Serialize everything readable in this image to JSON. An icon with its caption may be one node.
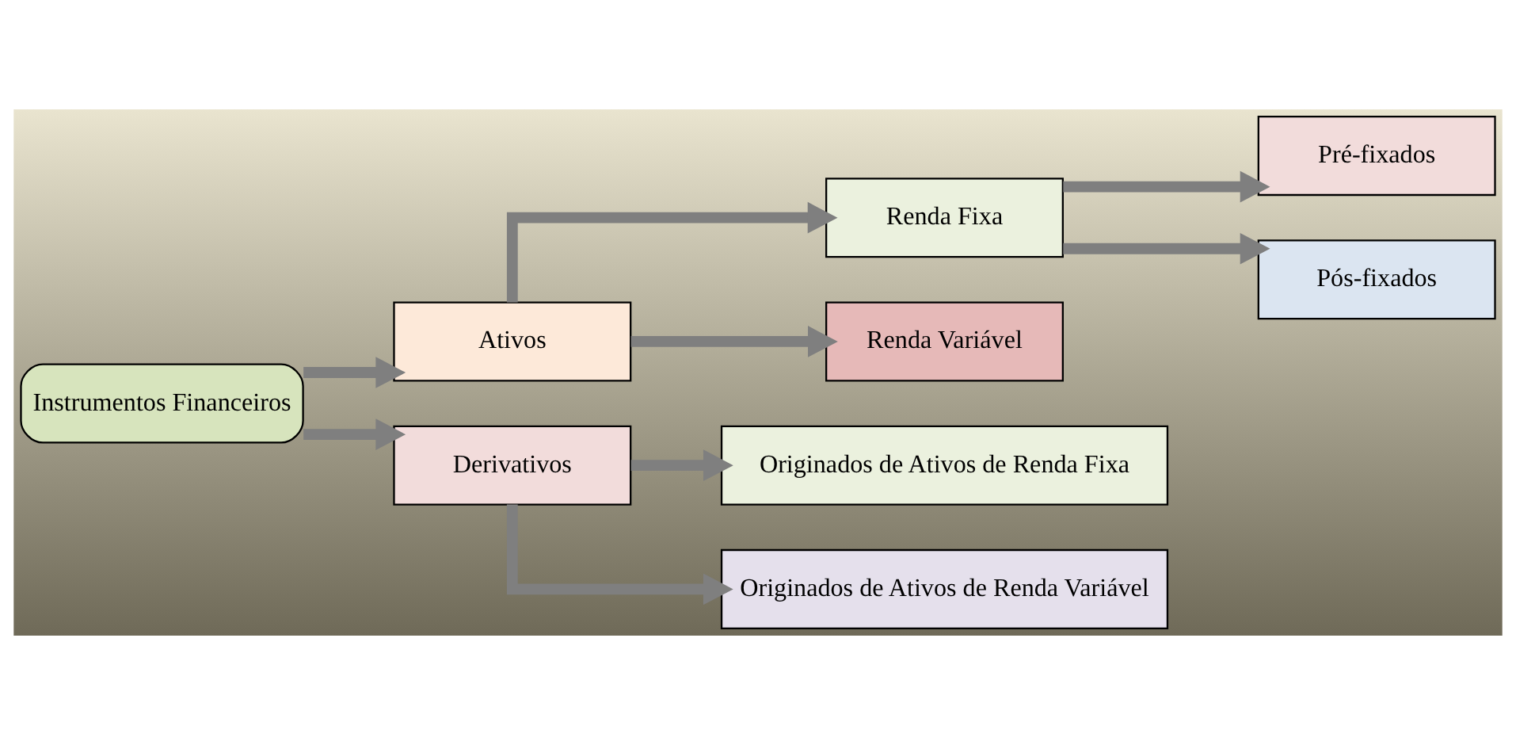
{
  "diagram": {
    "nodes": [
      {
        "text": [
          "Instrumentos Financeiros"
        ]
      },
      {
        "text": [
          "Ativos"
        ]
      },
      {
        "text": [
          "Derivativos"
        ]
      },
      {
        "text": [
          "Renda Fixa"
        ]
      },
      {
        "text": [
          "Renda Variável"
        ]
      },
      {
        "text": [
          "Pré-fixados"
        ]
      },
      {
        "text": [
          "Pós-fixados"
        ]
      },
      {
        "text": [
          "Originados de Ativos de Renda Fixa"
        ]
      },
      {
        "text": [
          "Originados de Ativos de Renda Variável"
        ]
      }
    ],
    "edges": [
      {
        "from": 0,
        "to": 1,
        "arrow": "to"
      },
      {
        "from": 0,
        "to": 2,
        "arrow": "to"
      },
      {
        "from": 1,
        "to": 3,
        "arrow": "to"
      },
      {
        "from": 1,
        "to": 4,
        "arrow": "to"
      },
      {
        "from": 3,
        "to": 5,
        "arrow": "to"
      },
      {
        "from": 3,
        "to": 6,
        "arrow": "to"
      },
      {
        "from": 2,
        "to": 7,
        "arrow": "to"
      },
      {
        "from": 2,
        "to": 8,
        "arrow": "to"
      }
    ]
  }
}
